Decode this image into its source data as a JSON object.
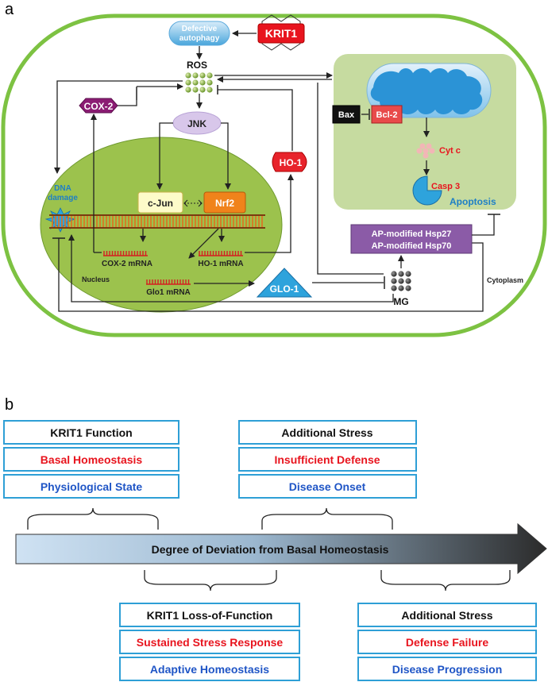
{
  "panel_a": {
    "panel_label": "a",
    "defective_autophagy": [
      "Defective",
      "autophagy"
    ],
    "krit1": "KRIT1",
    "ros": "ROS",
    "cox2": "COX-2",
    "jnk": "JNK",
    "ho1": "HO-1",
    "dna_damage": [
      "DNA",
      "damage"
    ],
    "cjun": "c-Jun",
    "nrf2": "Nrf2",
    "cox2_mrna": "COX-2 mRNA",
    "ho1_mrna": "HO-1 mRNA",
    "glo1_mrna": "Glo1 mRNA",
    "nucleus": "Nucleus",
    "glo1": "GLO-1",
    "mg": "MG",
    "bax": "Bax",
    "bcl2": "Bcl-2",
    "cytc": "Cyt c",
    "casp3": "Casp 3",
    "apoptosis": "Apoptosis",
    "hsp27": "AP-modified Hsp27",
    "hsp70": "AP-modified Hsp70",
    "cytoplasm": "Cytoplasm"
  },
  "panel_b": {
    "panel_label": "b",
    "arrow_label": "Degree of Deviation from Basal Homeostasis",
    "stages": [
      {
        "title": "KRIT1 Function",
        "state": "Basal Homeostasis",
        "outcome": "Physiological State"
      },
      {
        "title": "KRIT1 Loss-of-Function",
        "state": "Sustained Stress Response",
        "outcome": "Adaptive Homeostasis"
      },
      {
        "title": "Additional Stress",
        "state": "Insufficient Defense",
        "outcome": "Disease Onset"
      },
      {
        "title": "Additional Stress",
        "state": "Defense Failure",
        "outcome": "Disease Progression"
      }
    ]
  },
  "colors": {
    "cell_border": "#7dc242",
    "nucleus_fill": "#9cc24d",
    "mito_panel_fill": "#c6dba0",
    "mitochondrion": "#3fa3dd",
    "cox2": "#8b1c73",
    "krit1": "#e8141e",
    "ho1": "#e8232b",
    "cjun_fill": "#fdfbc9",
    "nrf2_fill": "#f0831b",
    "glo1": "#2ea3dc",
    "hsp_box": "#8b5ba7",
    "box_border": "#2e9fd6",
    "title_text": "#111111",
    "state_text": "#e8141e",
    "outcome_text": "#1f55c6"
  }
}
